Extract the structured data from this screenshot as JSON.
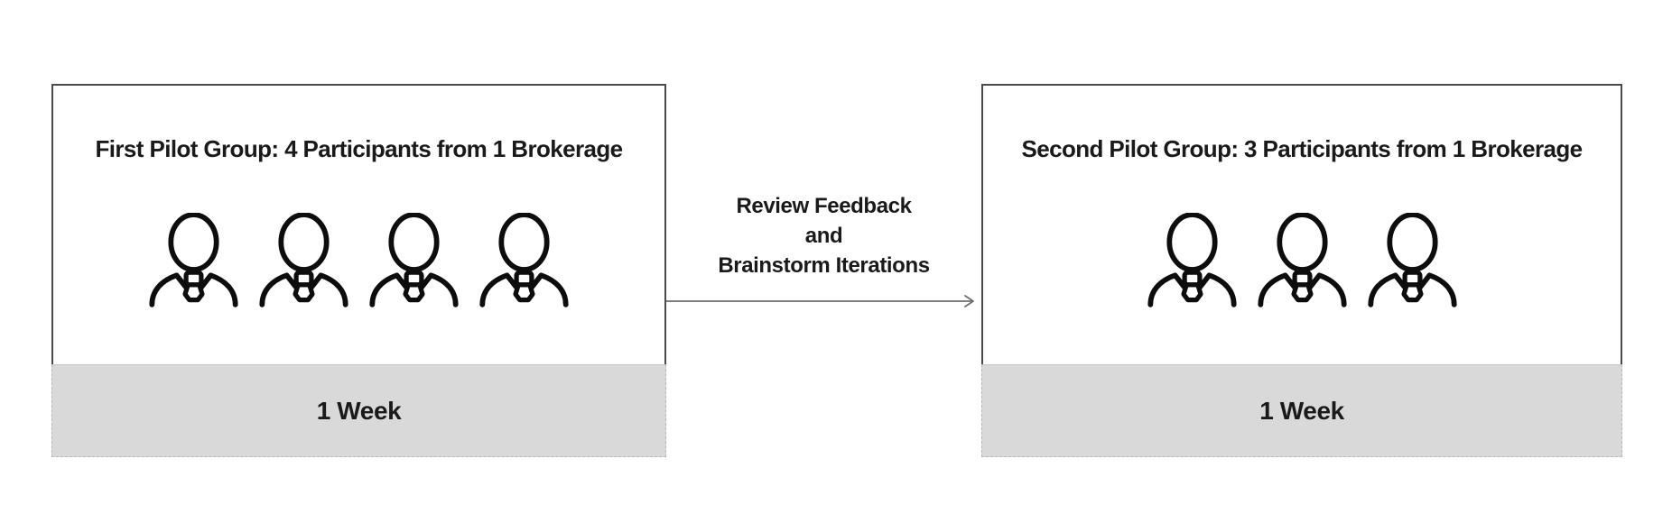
{
  "diagram": {
    "background_color": "#ffffff",
    "colors": {
      "box_border": "#4a4a4a",
      "footer_background": "#d9d9d9",
      "footer_border": "#b8b8b8",
      "text": "#1a1a1a",
      "arrow": "#6e6e6e",
      "icon_stroke": "#0d0d0d"
    },
    "stages": [
      {
        "title": "First Pilot Group: 4 Participants from 1 Brokerage",
        "participant_count": 4,
        "participant_icon": "businessperson-icon",
        "duration_label": "1 Week"
      },
      {
        "title": "Second Pilot Group: 3 Participants from 1 Brokerage",
        "participant_count": 3,
        "participant_icon": "businessperson-icon",
        "duration_label": "1 Week"
      }
    ],
    "connector": {
      "icon": "arrow-right-icon",
      "lines": [
        "Review Feedback",
        "and",
        "Brainstorm Iterations"
      ]
    }
  }
}
